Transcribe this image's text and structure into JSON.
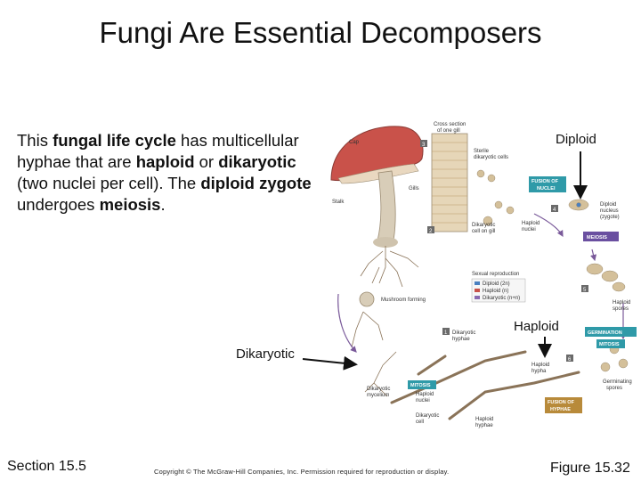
{
  "slide": {
    "title": "Fungi Are Essential Decomposers",
    "body": {
      "t1": "This ",
      "b1": "fungal life cycle",
      "t2": " has multicellular hyphae that are ",
      "b2": "haploid",
      "t3": " or ",
      "b3": "dikaryotic",
      "t4": " (two nuclei per cell). The ",
      "b4": "diploid zygote",
      "t5": " undergoes ",
      "b5": "meiosis",
      "t6": "."
    },
    "labels": {
      "diploid": "Diploid",
      "haploid": "Haploid",
      "dikaryotic": "Dikaryotic"
    },
    "footer": {
      "section": "Section 15.5",
      "figure": "Figure 15.32",
      "copyright": "Copyright © The McGraw-Hill Companies, Inc. Permission required for reproduction or display."
    }
  },
  "diagram": {
    "small_labels": {
      "cross_section": "Cross section",
      "of_one_gill": "of one gill",
      "cap": "Cap",
      "gills": "Gills",
      "stalk": "Stalk",
      "sterile": "Sterile",
      "dikaryotic_cells": "dikaryotic cells",
      "dikaryotic_cell_on_gill": "Dikaryotic",
      "cell_on_gill": "cell on gill",
      "haploid_nuclei": "Haploid",
      "nuclei": "nuclei",
      "diploid_nucleus": "Diploid",
      "nucleus_zygote": "nucleus",
      "zygote": "(zygote)",
      "haploid_spores": "Haploid",
      "spores": "spores",
      "germinating": "Germinating",
      "spores2": "spores",
      "haploid_hypha": "Haploid",
      "hypha": "hypha",
      "dikaryotic_hyphae": "Dikaryotic",
      "hyphae": "hyphae",
      "mushroom_forming": "Mushroom forming",
      "sexual_reproduction": "Sexual reproduction",
      "legend_diploid": "Diploid (2n)",
      "legend_haploid": "Haploid (n)",
      "legend_dikaryotic": "Dikaryotic (n+n)",
      "dik_mycelium1": "Dikaryotic",
      "dik_mycelium2": "mycelium",
      "haploid_nuclei2a": "Haploid",
      "haploid_nuclei2b": "nuclei",
      "dik_cell1": "Dikaryotic",
      "dik_cell2": "cell",
      "haploid_hyphae1": "Haploid",
      "haploid_hyphae2": "hyphae"
    },
    "boxes": {
      "fusion_nuclei_1": "FUSION OF",
      "fusion_nuclei_2": "NUCLEI",
      "meiosis": "MEIOSIS",
      "germination": "GERMINATION",
      "mitosis_right": "MITOSIS",
      "mitosis_left": "MITOSIS",
      "fusion_hyphae_1": "FUSION OF",
      "fusion_hyphae_2": "HYPHAE"
    },
    "steps": [
      "1",
      "2",
      "3",
      "4",
      "5",
      "6"
    ],
    "colors": {
      "cap": "#c9524a",
      "stalk": "#d8cdb8",
      "box_teal": "#2f9aa8",
      "box_purple": "#6a4fa0",
      "box_tan": "#b88a3a",
      "step_gray": "#6a6a6a",
      "hypha": "#8a7358"
    }
  }
}
